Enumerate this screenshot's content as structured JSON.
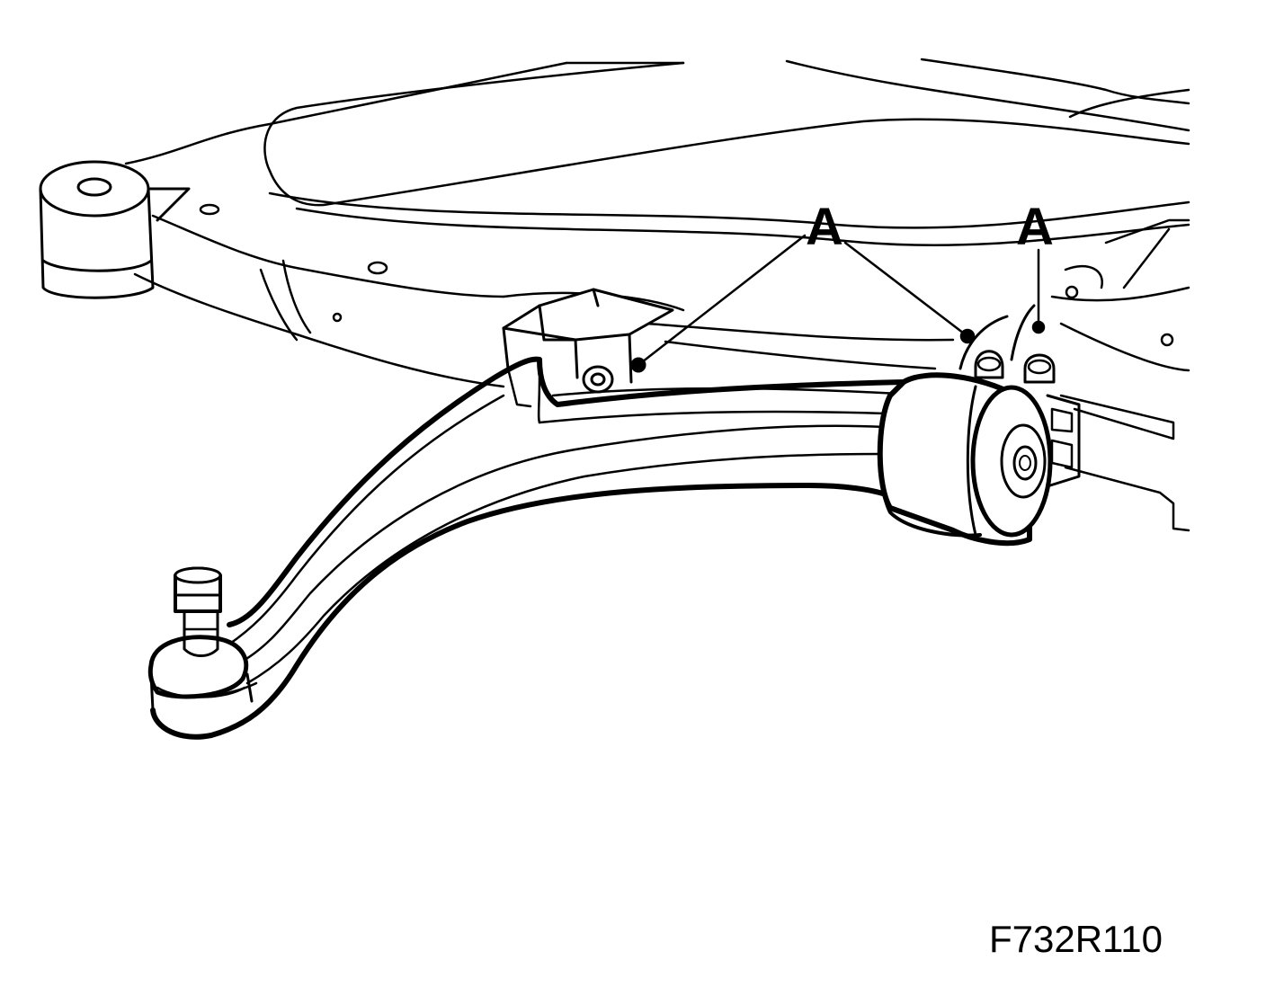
{
  "diagram": {
    "callouts": [
      {
        "label": "A"
      },
      {
        "label": "A"
      }
    ],
    "figure_code": "F732R110",
    "line_color": "#000000",
    "background_color": "#ffffff"
  }
}
